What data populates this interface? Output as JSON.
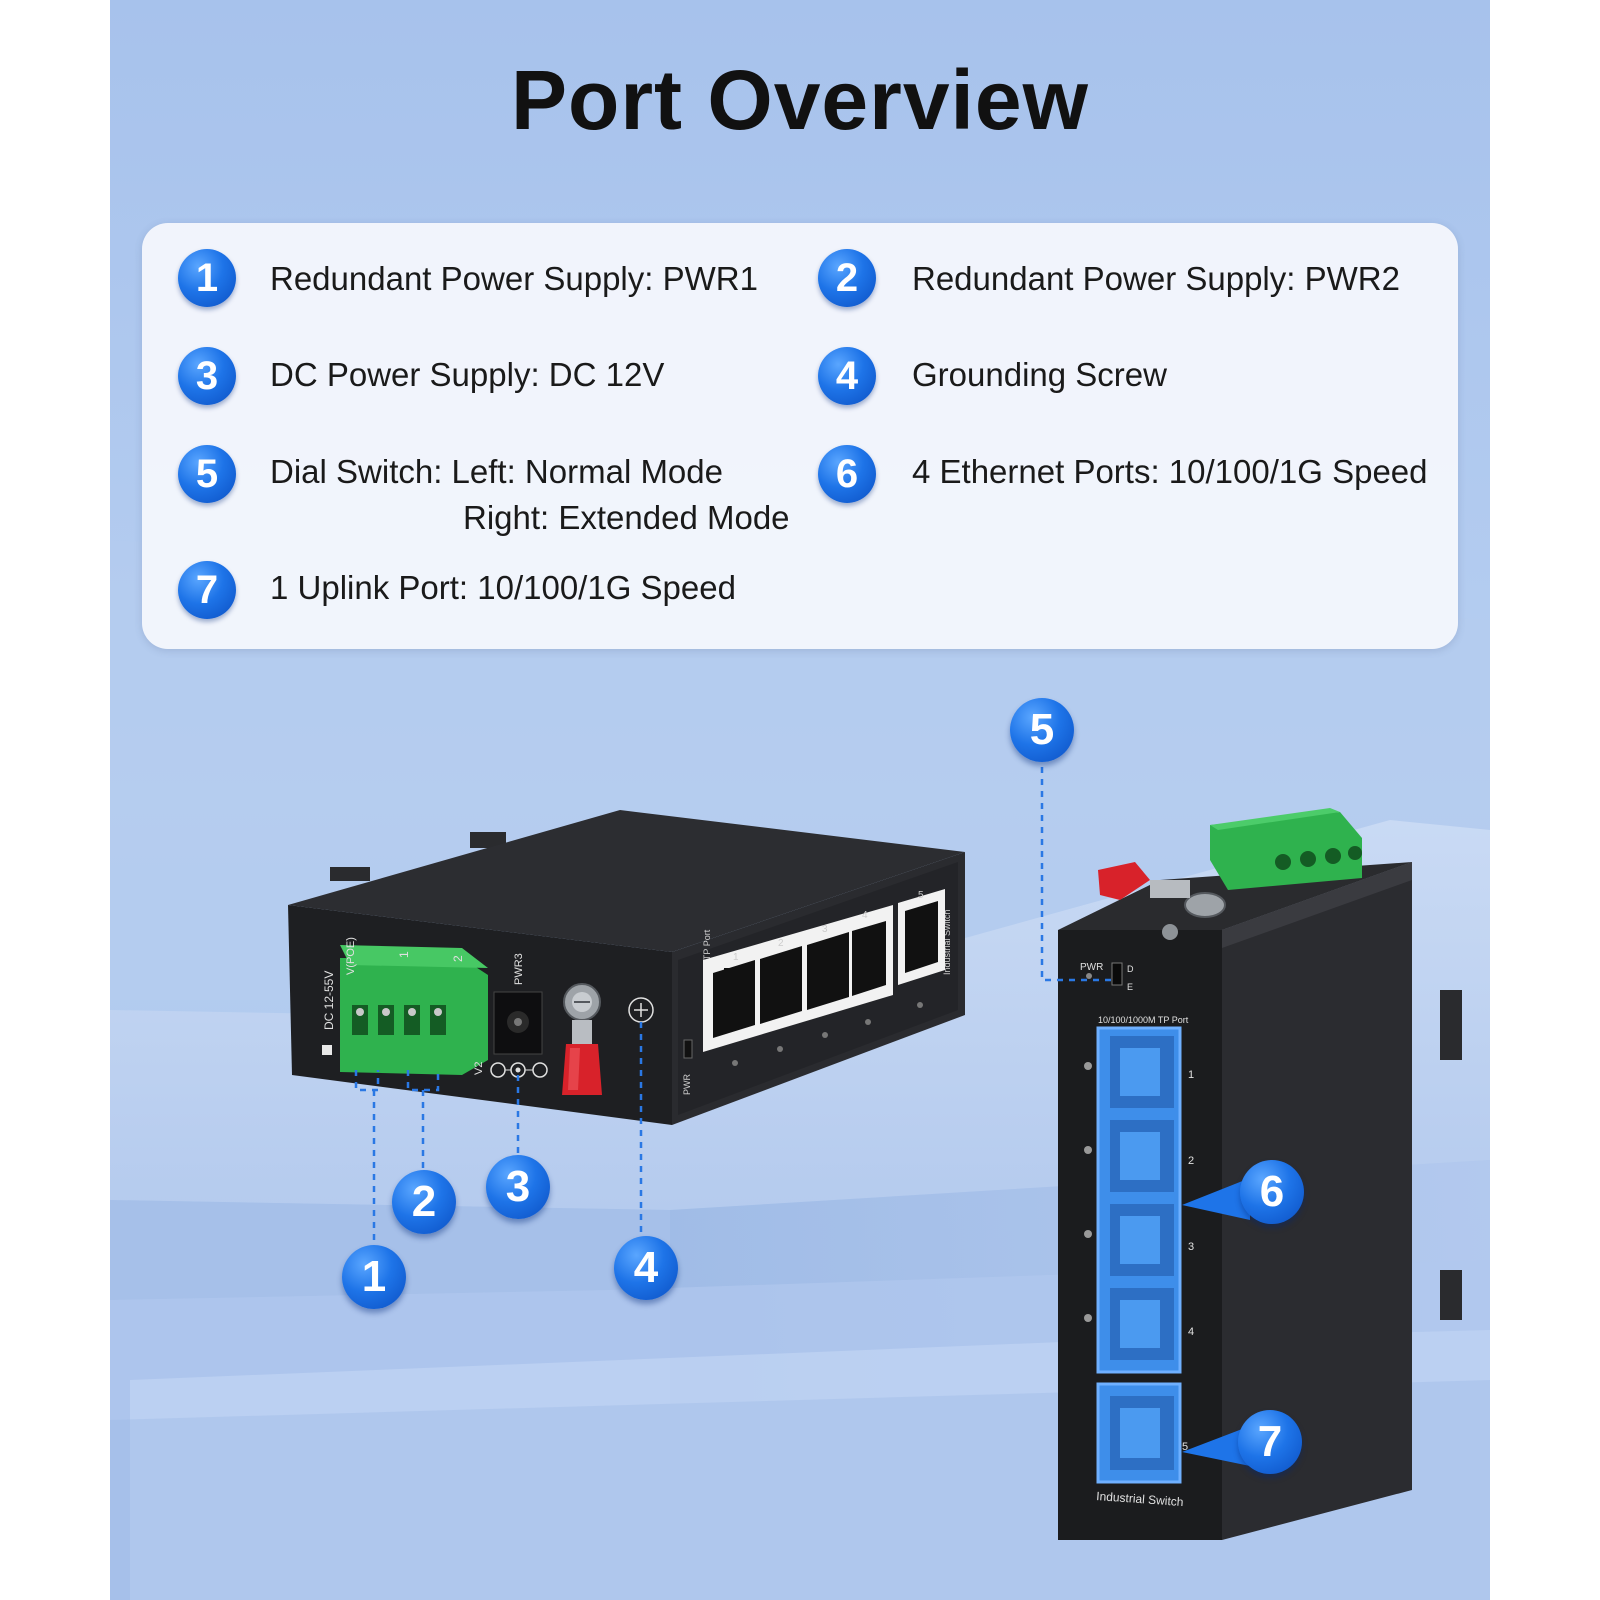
{
  "title": "Port Overview",
  "legend": [
    {
      "num": "1",
      "text": "Redundant Power Supply: PWR1"
    },
    {
      "num": "2",
      "text": "Redundant Power Supply: PWR2"
    },
    {
      "num": "3",
      "text": "DC Power Supply: DC 12V"
    },
    {
      "num": "4",
      "text": "Grounding Screw"
    },
    {
      "num": "5",
      "text": "Dial Switch: Left: Normal Mode",
      "text2": "Right: Extended Mode"
    },
    {
      "num": "6",
      "text": "4 Ethernet Ports: 10/100/1G Speed"
    },
    {
      "num": "7",
      "text": "1 Uplink Port: 10/100/1G Speed"
    }
  ],
  "device_labels": {
    "dc_range": "DC 12-55V",
    "poe": "V(POE)",
    "pwr1": "1",
    "pwr2": "2",
    "pwr3": "PWR3",
    "v2": "V2",
    "pwr": "PWR",
    "d": "D",
    "e": "E",
    "tp_port": "10/100/1000M TP Port",
    "industrial_switch": "Industrial Switch",
    "port_numbers": [
      "1",
      "2",
      "3",
      "4",
      "5"
    ]
  },
  "callouts": [
    "1",
    "2",
    "3",
    "4",
    "5",
    "6",
    "7"
  ],
  "colors": {
    "badge_blue": "#1e74e8",
    "background_blue": "#a9c6ee",
    "terminal_green": "#2fb24e",
    "port_highlight_blue": "#3e8eea",
    "device_black": "#1b1c1e",
    "grounding_red": "#d8222a"
  }
}
